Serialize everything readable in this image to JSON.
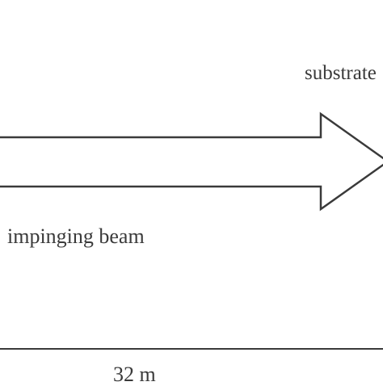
{
  "labels": {
    "substrate": "substrate",
    "beam": "impinging beam",
    "distance": "32 m"
  },
  "colors": {
    "stroke": "#3a3a3a",
    "text": "#3a3a3a",
    "background": "#ffffff"
  }
}
